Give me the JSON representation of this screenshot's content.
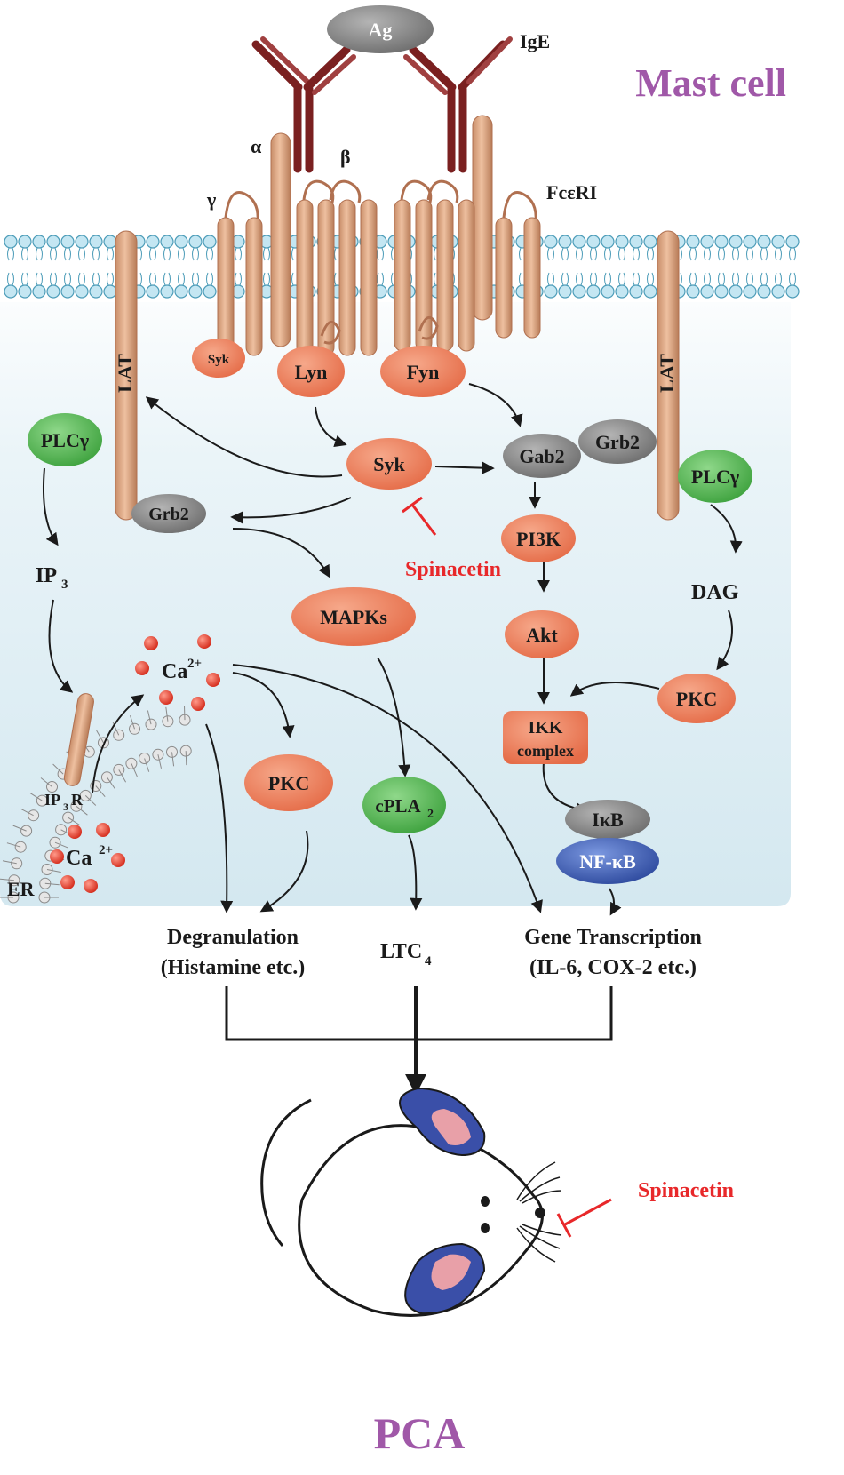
{
  "title": "Mast cell",
  "bottom_title": "PCA",
  "receptor": {
    "antigen": "Ag",
    "antibody": "IgE",
    "receptor_name": "FcεRI",
    "alpha": "α",
    "beta": "β",
    "gamma": "γ"
  },
  "membrane_proteins": {
    "lat_left": "LAT",
    "lat_right": "LAT"
  },
  "nodes": {
    "syk_small": "Syk",
    "lyn": "Lyn",
    "fyn": "Fyn",
    "plcg_left": "PLCγ",
    "plcg_right": "PLCγ",
    "syk": "Syk",
    "gab2": "Gab2",
    "grb2_top": "Grb2",
    "grb2_left": "Grb2",
    "pi3k": "PI3K",
    "mapks": "MAPKs",
    "akt": "Akt",
    "pkc_right": "PKC",
    "pkc_mid": "PKC",
    "ikk_line1": "IKK",
    "ikk_line2": "complex",
    "ikb": "IκB",
    "nfkb": "NF-κB",
    "cpla2_main": "cPLA",
    "cpla2_sub": "2"
  },
  "labels": {
    "ip3_main": "IP",
    "ip3_sub": "3",
    "dag": "DAG",
    "ca_main": "Ca",
    "ca_sup": "2+",
    "ca_er_main": "Ca",
    "ca_er_sup": "2+",
    "ip3r_main": "IP",
    "ip3r_sub": "3",
    "ip3r_end": "R",
    "er": "ER"
  },
  "inhibitor": {
    "name_cell": "Spinacetin",
    "name_mouse": "Spinacetin"
  },
  "outcomes": {
    "degranulation_line1": "Degranulation",
    "degranulation_line2": "(Histamine etc.)",
    "ltc4_main": "LTC",
    "ltc4_sub": "4",
    "gene_line1": "Gene Transcription",
    "gene_line2": "(IL-6, COX-2 etc.)"
  },
  "colors": {
    "orange_node": "#ee8060",
    "green_node": "#5cb85c",
    "gray_node": "#8c8c8c",
    "blue_node": "#3f5fb5",
    "receptor_tan": "#dca888",
    "ige_maroon": "#7a2020",
    "inhibitor_red": "#e8282a",
    "title_purple": "#a058a8"
  }
}
